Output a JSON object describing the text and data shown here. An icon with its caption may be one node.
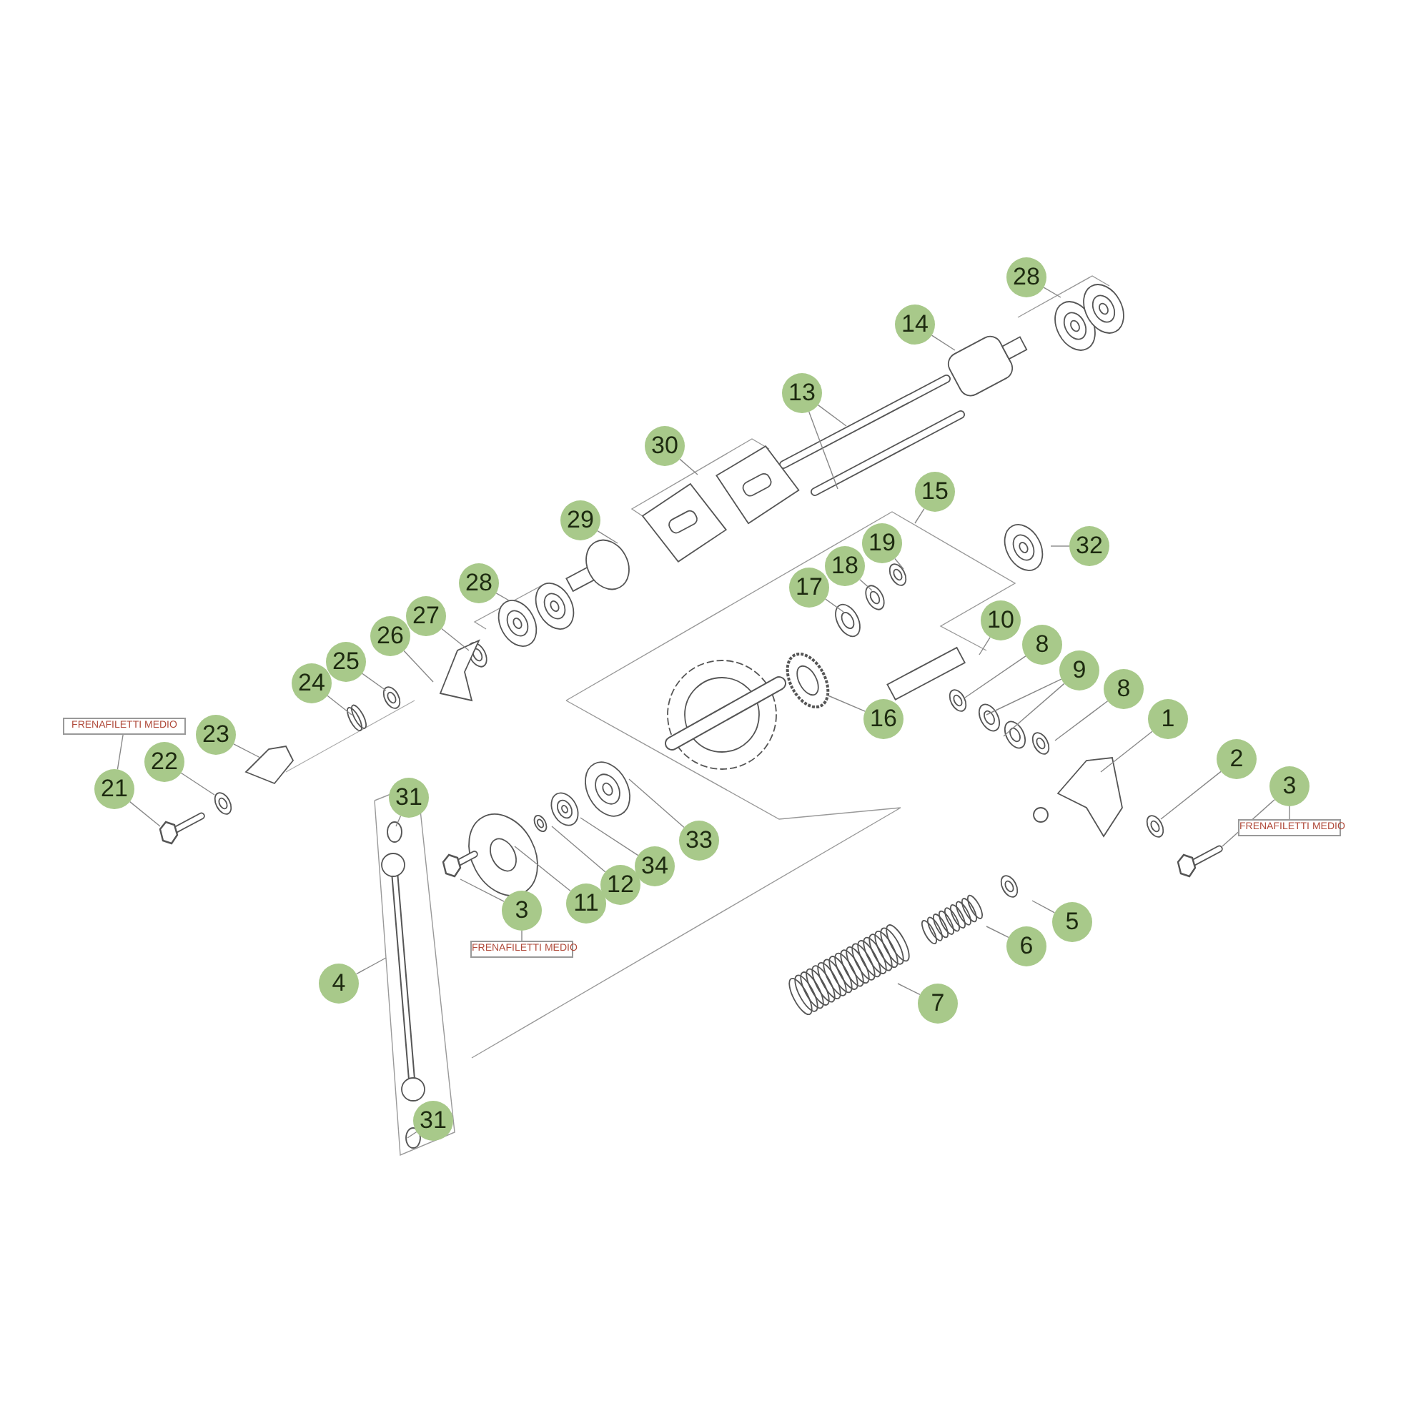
{
  "diagram": {
    "nodes": [
      {
        "text": [
          "28"
        ]
      },
      {
        "text": [
          "14"
        ]
      },
      {
        "text": [
          "13"
        ]
      },
      {
        "text": [
          "30"
        ]
      },
      {
        "text": [
          "15"
        ]
      },
      {
        "text": [
          "29"
        ]
      },
      {
        "text": [
          "19"
        ]
      },
      {
        "text": [
          "32"
        ]
      },
      {
        "text": [
          "18"
        ]
      },
      {
        "text": [
          "28"
        ]
      },
      {
        "text": [
          "17"
        ]
      },
      {
        "text": [
          "27"
        ]
      },
      {
        "text": [
          "10"
        ]
      },
      {
        "text": [
          "26"
        ]
      },
      {
        "text": [
          "8"
        ]
      },
      {
        "text": [
          "25"
        ]
      },
      {
        "text": [
          "9"
        ]
      },
      {
        "text": [
          "24"
        ]
      },
      {
        "text": [
          "8"
        ]
      },
      {
        "text": [
          "1"
        ]
      },
      {
        "text": [
          "16"
        ]
      },
      {
        "text": [
          "FRENAFILETTI MEDIO"
        ]
      },
      {
        "text": [
          "23"
        ]
      },
      {
        "text": [
          "2"
        ]
      },
      {
        "text": [
          "22"
        ]
      },
      {
        "text": [
          "3"
        ]
      },
      {
        "text": [
          "21"
        ]
      },
      {
        "text": [
          "31"
        ]
      },
      {
        "text": [
          "FRENAFILETTI MEDIO"
        ]
      },
      {
        "text": [
          "33"
        ]
      },
      {
        "text": [
          "34"
        ]
      },
      {
        "text": [
          "12"
        ]
      },
      {
        "text": [
          "11"
        ]
      },
      {
        "text": [
          "3"
        ]
      },
      {
        "text": [
          "5"
        ]
      },
      {
        "text": [
          "6"
        ]
      },
      {
        "text": [
          "FRENAFILETTI MEDIO"
        ]
      },
      {
        "text": [
          "4"
        ]
      },
      {
        "text": [
          "7"
        ]
      },
      {
        "text": [
          "31"
        ]
      }
    ],
    "edges": [
      {
        "from": 0,
        "to": null,
        "arrow": "none"
      },
      {
        "from": 1,
        "to": null,
        "arrow": "none"
      },
      {
        "from": 2,
        "to": null,
        "arrow": "none"
      },
      {
        "from": 2,
        "to": null,
        "arrow": "none"
      },
      {
        "from": 3,
        "to": null,
        "arrow": "none"
      },
      {
        "from": 4,
        "to": null,
        "arrow": "none"
      },
      {
        "from": 5,
        "to": null,
        "arrow": "none"
      },
      {
        "from": 6,
        "to": null,
        "arrow": "none"
      },
      {
        "from": 7,
        "to": null,
        "arrow": "none"
      },
      {
        "from": 8,
        "to": null,
        "arrow": "none"
      },
      {
        "from": 9,
        "to": null,
        "arrow": "none"
      },
      {
        "from": 10,
        "to": null,
        "arrow": "none"
      },
      {
        "from": 11,
        "to": null,
        "arrow": "none"
      },
      {
        "from": 12,
        "to": null,
        "arrow": "none"
      },
      {
        "from": 13,
        "to": null,
        "arrow": "none"
      },
      {
        "from": 14,
        "to": null,
        "arrow": "none"
      },
      {
        "from": 15,
        "to": null,
        "arrow": "none"
      },
      {
        "from": 16,
        "to": null,
        "arrow": "none"
      },
      {
        "from": 16,
        "to": null,
        "arrow": "none"
      },
      {
        "from": 17,
        "to": null,
        "arrow": "none"
      },
      {
        "from": 18,
        "to": null,
        "arrow": "none"
      },
      {
        "from": 19,
        "to": null,
        "arrow": "none"
      },
      {
        "from": 20,
        "to": null,
        "arrow": "none"
      },
      {
        "from": 22,
        "to": null,
        "arrow": "none"
      },
      {
        "from": 23,
        "to": null,
        "arrow": "none"
      },
      {
        "from": 24,
        "to": null,
        "arrow": "none"
      },
      {
        "from": 25,
        "to": null,
        "arrow": "none"
      },
      {
        "from": 26,
        "to": null,
        "arrow": "none"
      },
      {
        "from": 27,
        "to": null,
        "arrow": "none"
      },
      {
        "from": 29,
        "to": null,
        "arrow": "none"
      },
      {
        "from": 30,
        "to": null,
        "arrow": "none"
      },
      {
        "from": 31,
        "to": null,
        "arrow": "none"
      },
      {
        "from": 32,
        "to": null,
        "arrow": "none"
      },
      {
        "from": 33,
        "to": null,
        "arrow": "none"
      },
      {
        "from": 34,
        "to": null,
        "arrow": "none"
      },
      {
        "from": 35,
        "to": null,
        "arrow": "none"
      },
      {
        "from": 38,
        "to": null,
        "arrow": "none"
      },
      {
        "from": 37,
        "to": null,
        "arrow": "none"
      },
      {
        "from": 39,
        "to": null,
        "arrow": "none"
      },
      {
        "from": 26,
        "to": 21,
        "arrow": "none"
      },
      {
        "from": 25,
        "to": 28,
        "arrow": "none"
      },
      {
        "from": 33,
        "to": 36,
        "arrow": "none"
      }
    ]
  }
}
